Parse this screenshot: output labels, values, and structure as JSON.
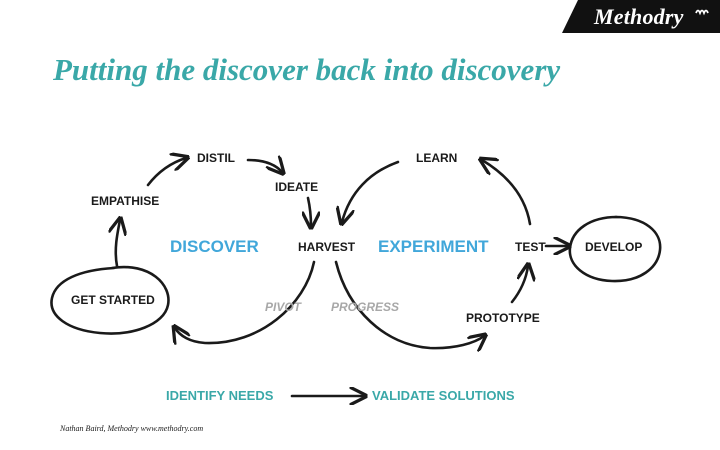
{
  "brand": {
    "name": "Methodry",
    "mark": "m"
  },
  "title": "Putting the discover back into discovery",
  "nodes": {
    "get_started": "GET STARTED",
    "empathise": "EMPATHISE",
    "distil": "DISTIL",
    "ideate": "IDEATE",
    "harvest": "HARVEST",
    "learn": "LEARN",
    "test": "TEST",
    "develop": "DEVELOP",
    "prototype": "PROTOTYPE"
  },
  "phases": {
    "discover": "DISCOVER",
    "experiment": "EXPERIMENT"
  },
  "paths": {
    "pivot": "PIVOT",
    "progress": "PROGRESS"
  },
  "bottom": {
    "identify": "IDENTIFY NEEDS",
    "validate": "VALIDATE SOLUTIONS"
  },
  "credit": "Nathan Baird, Methodry www.methodry.com",
  "colors": {
    "teal": "#3aa8a8",
    "blue": "#41a7da",
    "grey": "#a8a8a8",
    "ink": "#1a1a1a"
  }
}
